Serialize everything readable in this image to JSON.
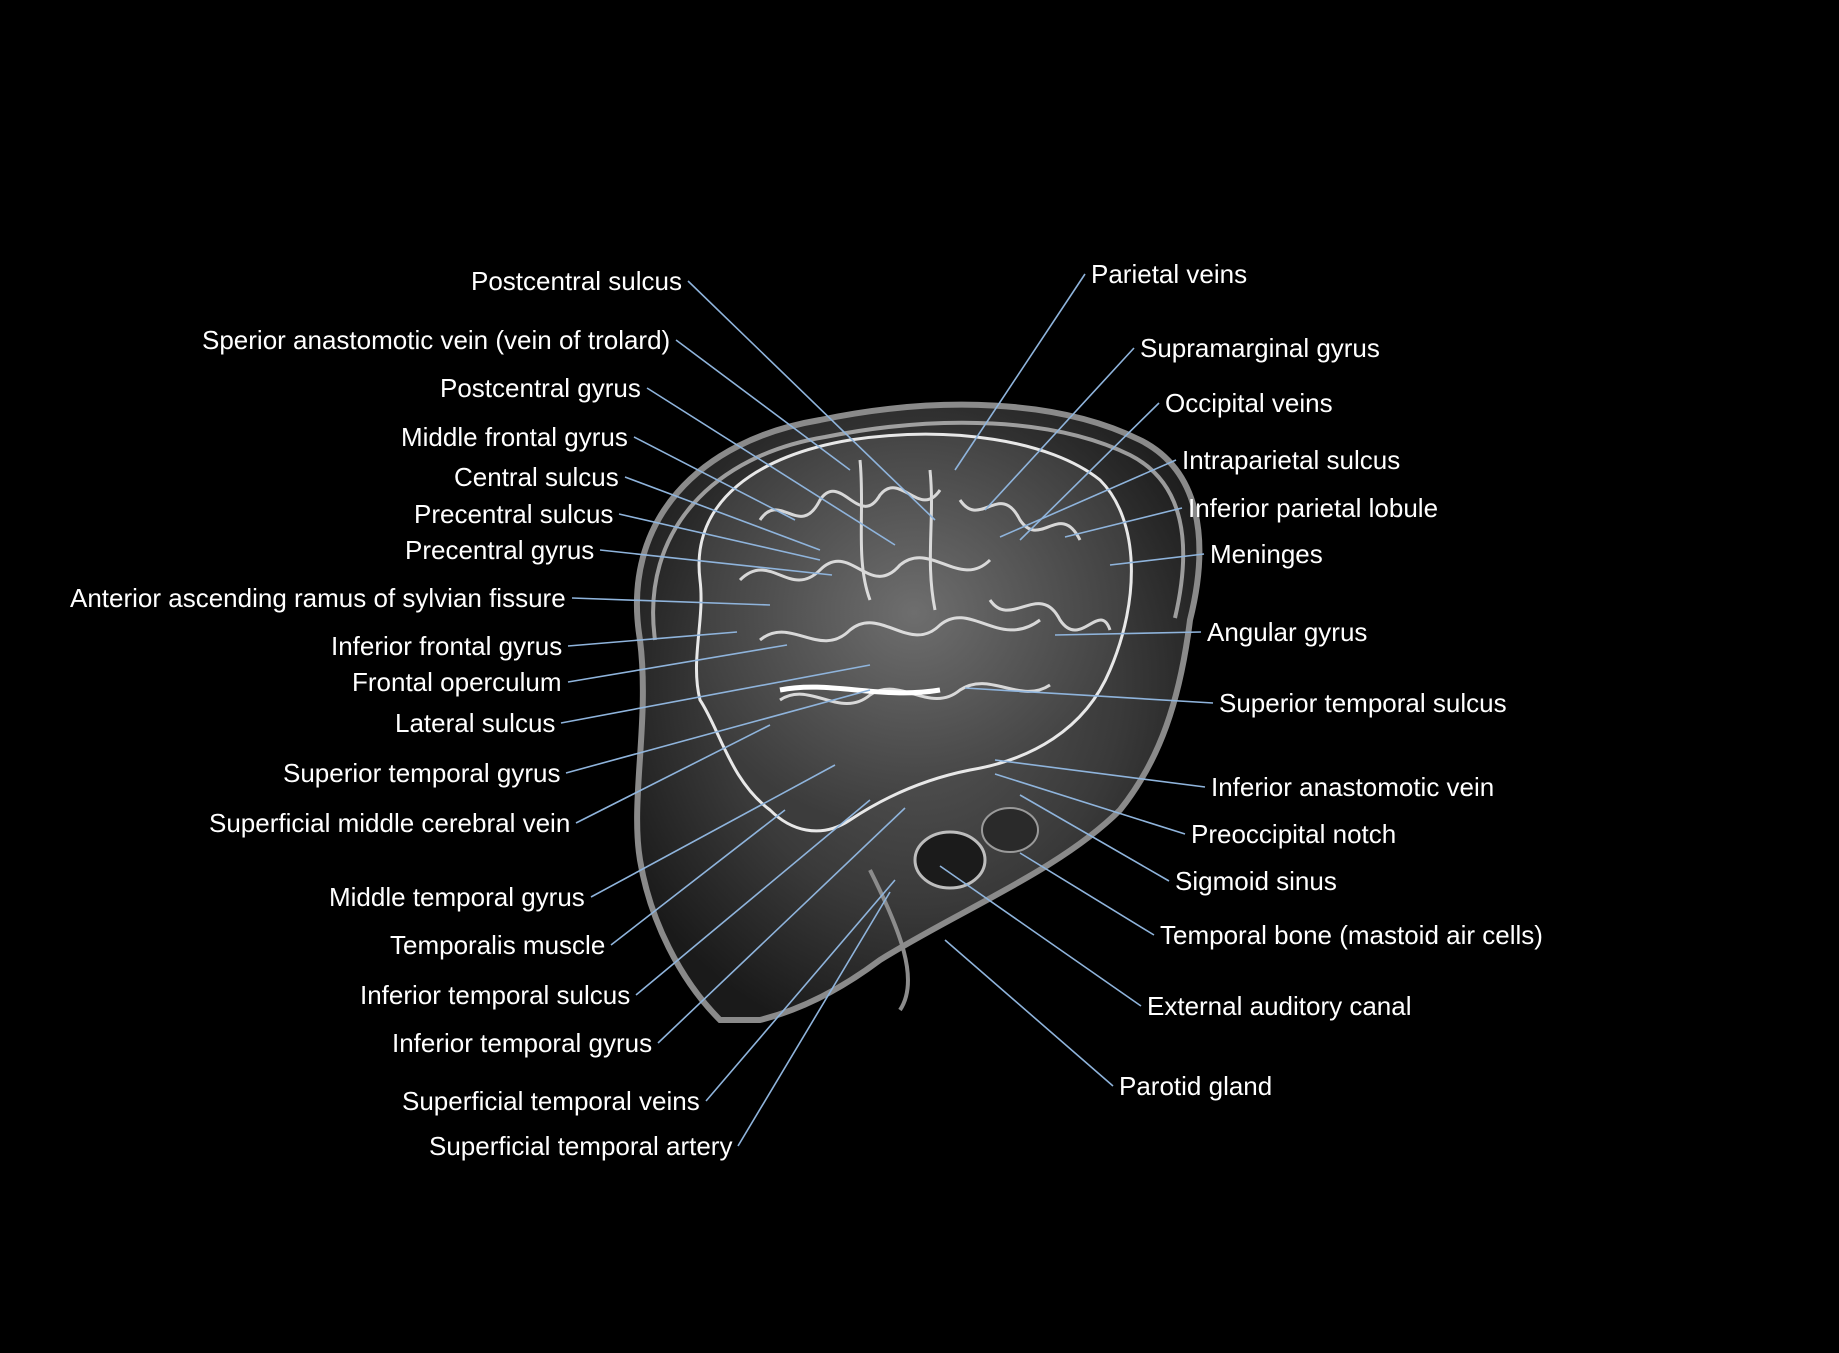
{
  "colors": {
    "background": "#000000",
    "text": "#ffffff",
    "leader": "#8fb4dc"
  },
  "left_labels": [
    "Postcentral sulcus",
    "Sperior anastomotic vein (vein of trolard)",
    "Postcentral gyrus",
    "Middle frontal gyrus",
    "Central sulcus",
    "Precentral sulcus",
    "Precentral gyrus",
    "Anterior ascending ramus of sylvian fissure",
    "Inferior frontal gyrus",
    "Frontal operculum",
    "Lateral sulcus",
    "Superior temporal gyrus",
    "Superficial middle cerebral vein",
    "Middle temporal gyrus",
    "Temporalis muscle",
    "Inferior temporal sulcus",
    "Inferior temporal gyrus",
    "Superficial temporal veins",
    "Superficial temporal artery"
  ],
  "right_labels": [
    "Parietal veins",
    "Supramarginal gyrus",
    "Occipital veins",
    "Intraparietal sulcus",
    "Inferior parietal lobule",
    "Meninges",
    "Angular gyrus",
    "Superior temporal sulcus",
    "Inferior anastomotic vein",
    "Preoccipital notch",
    "Sigmoid sinus",
    "Temporal bone (mastoid air cells)",
    "External auditory canal",
    "Parotid gland"
  ]
}
